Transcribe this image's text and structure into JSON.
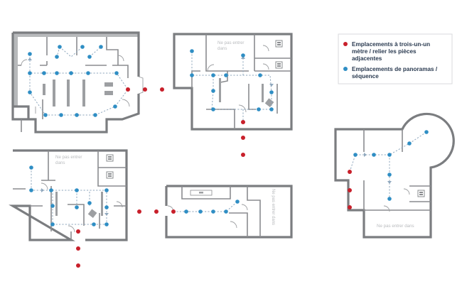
{
  "legend": {
    "red": {
      "lines": [
        "Emplacements à trois-un-un",
        "mètre / relier les pièces",
        "adjacentes"
      ],
      "color": "#c8202b"
    },
    "blue": {
      "lines": [
        "Emplacements de panoramas /",
        "séquence"
      ],
      "color": "#2f8ec4"
    }
  },
  "rooms": {
    "plan2_restricted": [
      "Ne pas entrer",
      "dans"
    ],
    "plan3_restricted": [
      "Ne pas entrer",
      "dans"
    ],
    "plan4_restricted": "Ne pas entrer dans",
    "plan5_restricted": "Ne pas entrer dans"
  },
  "icons": [
    "floor-plan-icon",
    "door-swing-icon",
    "stair-icon",
    "red-dot-icon",
    "blue-dot-icon"
  ]
}
